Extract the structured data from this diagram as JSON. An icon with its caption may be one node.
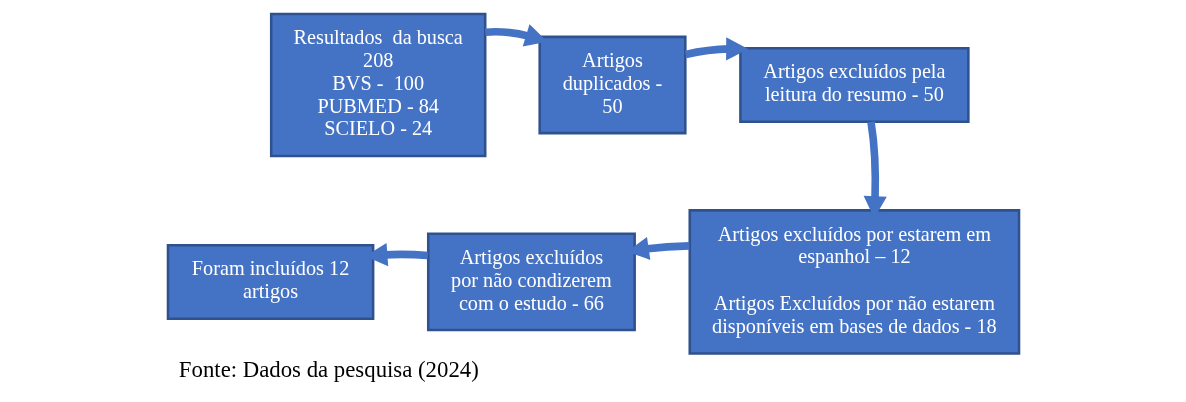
{
  "diagram": {
    "caption": "Fonte: Dados da pesquisa (2024)",
    "nodes": [
      {
        "text": [
          "Resultados  da busca 208",
          "BVS -  100",
          "PUBMED - 84",
          "SCIELO - 24"
        ]
      },
      {
        "text": [
          "Artigos duplicados - 50"
        ]
      },
      {
        "text": [
          "Artigos excluídos pela leitura do resumo - 50"
        ]
      },
      {
        "text": [
          "Artigos excluídos por estarem em espanhol – 12",
          "Artigos Excluídos por não estarem disponíveis em bases de dados - 18"
        ]
      },
      {
        "text": [
          "Artigos excluídos por não condizerem com o estudo - 66"
        ]
      },
      {
        "text": [
          "Foram incluídos 12 artigos"
        ]
      }
    ],
    "edges": [
      {
        "from": 0,
        "to": 1,
        "arrow": "to"
      },
      {
        "from": 1,
        "to": 2,
        "arrow": "to"
      },
      {
        "from": 2,
        "to": 3,
        "arrow": "to"
      },
      {
        "from": 3,
        "to": 4,
        "arrow": "to"
      },
      {
        "from": 4,
        "to": 5,
        "arrow": "to"
      }
    ]
  }
}
